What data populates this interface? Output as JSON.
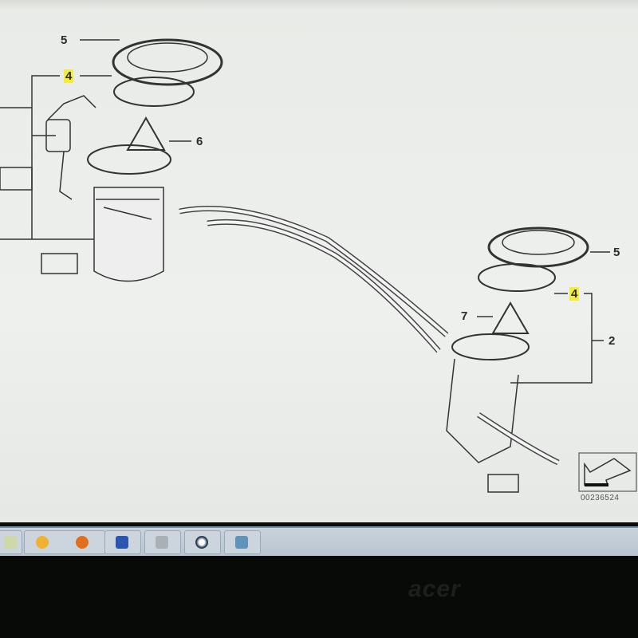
{
  "diagram": {
    "callouts": [
      {
        "id": "left-ring",
        "label": "5",
        "highlight": false
      },
      {
        "id": "left-seal",
        "label": "4",
        "highlight": true
      },
      {
        "id": "left-warning",
        "label": "6",
        "highlight": false
      },
      {
        "id": "right-ring",
        "label": "5",
        "highlight": false
      },
      {
        "id": "right-seal",
        "label": "4",
        "highlight": true
      },
      {
        "id": "right-warning",
        "label": "7",
        "highlight": false
      },
      {
        "id": "right-assembly",
        "label": "2",
        "highlight": false
      }
    ],
    "part_number": "00236524",
    "highlight_color": "#f2ee3a"
  },
  "taskbar": {
    "items": [
      {
        "icon": "app-icon"
      },
      {
        "icon": "media-player-icon"
      },
      {
        "icon": "firefox-icon"
      },
      {
        "icon": "document-viewer-icon"
      },
      {
        "icon": "folder-icon"
      },
      {
        "icon": "bmw-icon"
      },
      {
        "icon": "window-icon"
      }
    ]
  },
  "monitor": {
    "brand": "acer"
  }
}
